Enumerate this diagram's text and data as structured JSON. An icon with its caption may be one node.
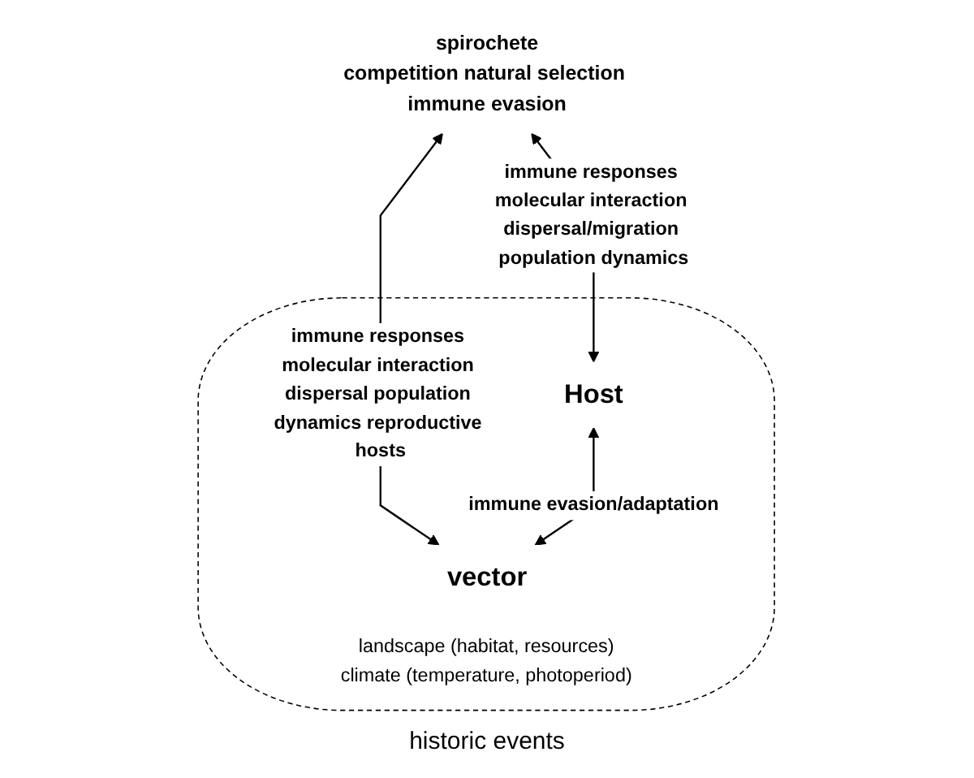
{
  "diagram": {
    "nodes": [
      {
        "text": [
          "spirochete",
          "competition natural selection immune evasion"
        ]
      },
      {
        "text": [
          "landscape (habitat, resources)",
          "climate (temperature, photoperiod)"
        ]
      },
      {
        "text": [
          "Host"
        ],
        "in": 1
      },
      {
        "text": [
          "vector"
        ],
        "in": 1
      }
    ],
    "edges": [
      {
        "from": 0,
        "to": 2,
        "arrow": "both",
        "label": "immune responses molecular interaction dispersal/migration population dynamics"
      },
      {
        "from": 0,
        "to": 3,
        "arrow": "both",
        "label": "immune responses molecular interaction dispersal population dynamics reproductive hosts"
      },
      {
        "from": 2,
        "to": 3,
        "arrow": "both",
        "label": "immune evasion/adaptation"
      }
    ],
    "labels": [
      "historic events"
    ]
  }
}
